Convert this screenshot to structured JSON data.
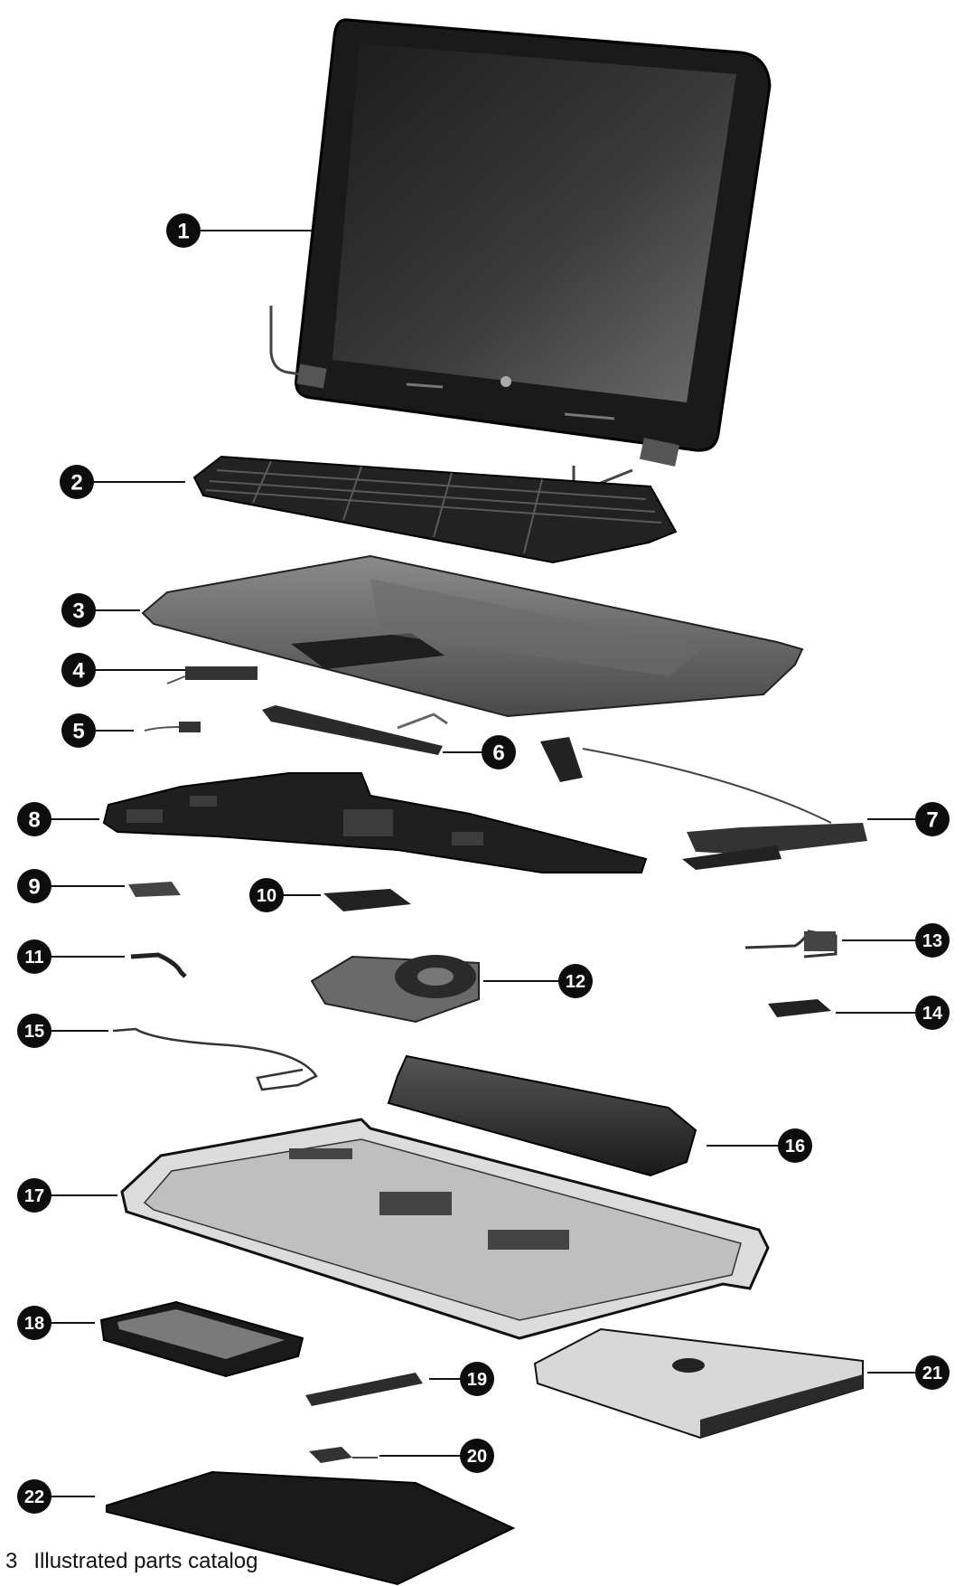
{
  "callouts": [
    {
      "label": "1"
    },
    {
      "label": "2"
    },
    {
      "label": "3"
    },
    {
      "label": "4"
    },
    {
      "label": "5"
    },
    {
      "label": "6"
    },
    {
      "label": "7"
    },
    {
      "label": "8"
    },
    {
      "label": "9"
    },
    {
      "label": "10"
    },
    {
      "label": "11"
    },
    {
      "label": "12"
    },
    {
      "label": "13"
    },
    {
      "label": "14"
    },
    {
      "label": "15"
    },
    {
      "label": "16"
    },
    {
      "label": "17"
    },
    {
      "label": "18"
    },
    {
      "label": "19"
    },
    {
      "label": "20"
    },
    {
      "label": "21"
    },
    {
      "label": "22"
    }
  ],
  "footer": {
    "page_number": "3",
    "section_title": "Illustrated parts catalog"
  },
  "colors": {
    "callout_fill": "#0d0d0d",
    "callout_text": "#ffffff",
    "part_dark": "#2a2a2a",
    "part_mid": "#555555",
    "part_light": "#9a9a9a",
    "background": "#ffffff"
  }
}
